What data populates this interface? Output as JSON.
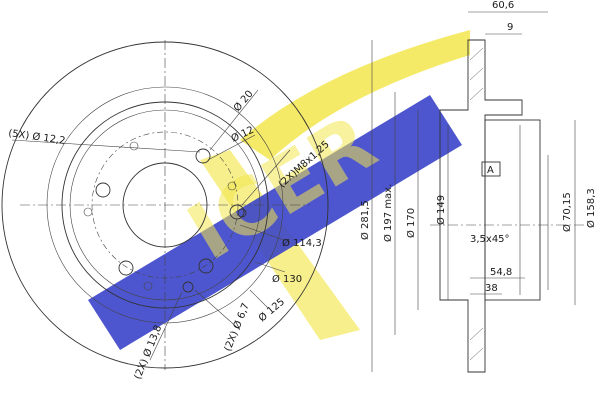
{
  "logo": {
    "text": "ICER",
    "band_color": "#3a44c9",
    "swoosh_color": "#f3e64e"
  },
  "front_view": {
    "hole_callout_pcd": "(5X) Ø 12,2",
    "d20": "Ø 20",
    "d12": "Ø 12",
    "thread": "(2X)M8x1,25",
    "pcd": "Ø 114,3",
    "d130": "Ø 130",
    "d125": "Ø 125",
    "d6_7": "(2X) Ø 6,7",
    "d13_8": "(2X) Ø 13,8"
  },
  "side_view": {
    "width_total": "60,6",
    "width_9": "9",
    "d281_5": "Ø 281,5",
    "d197": "Ø 197 max.",
    "d170": "Ø 170",
    "d149": "Ø 149",
    "label_a": "A",
    "chamfer": "3,5x45°",
    "w54_8": "54,8",
    "w38": "38",
    "d70_15": "Ø 70,15",
    "d158_3": "Ø 158,3"
  }
}
